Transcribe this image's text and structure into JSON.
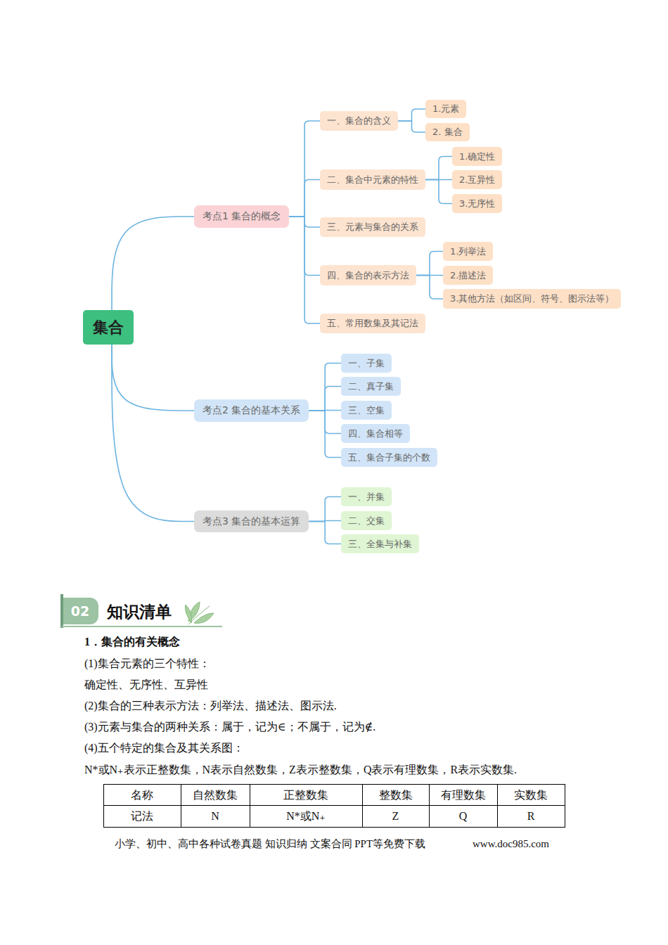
{
  "diagram": {
    "nodes": [
      {
        "text": [
          "集合"
        ]
      },
      {
        "text": [
          "考点1 集合的概念"
        ]
      },
      {
        "text": [
          "一、集合的含义"
        ]
      },
      {
        "text": [
          "1.元素"
        ]
      },
      {
        "text": [
          "2. 集合"
        ]
      },
      {
        "text": [
          "二、集合中元素的特性"
        ]
      },
      {
        "text": [
          "1.确定性"
        ]
      },
      {
        "text": [
          "2.互异性"
        ]
      },
      {
        "text": [
          "3.无序性"
        ]
      },
      {
        "text": [
          "三、元素与集合的关系"
        ]
      },
      {
        "text": [
          "四、集合的表示方法"
        ]
      },
      {
        "text": [
          "1.列举法"
        ]
      },
      {
        "text": [
          "2.描述法"
        ]
      },
      {
        "text": [
          "3.其他方法（如区间、符号、图示法等）"
        ]
      },
      {
        "text": [
          "五、常用数集及其记法"
        ]
      },
      {
        "text": [
          "考点2 集合的基本关系"
        ]
      },
      {
        "text": [
          "一、子集"
        ]
      },
      {
        "text": [
          "二、真子集"
        ]
      },
      {
        "text": [
          "三、空集"
        ]
      },
      {
        "text": [
          "四、集合相等"
        ]
      },
      {
        "text": [
          "五、集合子集的个数"
        ]
      },
      {
        "text": [
          "考点3 集合的基本运算"
        ]
      },
      {
        "text": [
          "一、并集"
        ]
      },
      {
        "text": [
          "二、交集"
        ]
      },
      {
        "text": [
          "三、全集与补集"
        ]
      }
    ],
    "edges": [
      {
        "from": 0,
        "to": 1,
        "arrow": "none"
      },
      {
        "from": 1,
        "to": 2,
        "arrow": "none"
      },
      {
        "from": 2,
        "to": 3,
        "arrow": "none"
      },
      {
        "from": 2,
        "to": 4,
        "arrow": "none"
      },
      {
        "from": 1,
        "to": 5,
        "arrow": "none"
      },
      {
        "from": 5,
        "to": 6,
        "arrow": "none"
      },
      {
        "from": 5,
        "to": 7,
        "arrow": "none"
      },
      {
        "from": 5,
        "to": 8,
        "arrow": "none"
      },
      {
        "from": 1,
        "to": 9,
        "arrow": "none"
      },
      {
        "from": 1,
        "to": 10,
        "arrow": "none"
      },
      {
        "from": 10,
        "to": 11,
        "arrow": "none"
      },
      {
        "from": 10,
        "to": 12,
        "arrow": "none"
      },
      {
        "from": 10,
        "to": 13,
        "arrow": "none"
      },
      {
        "from": 1,
        "to": 14,
        "arrow": "none"
      },
      {
        "from": 0,
        "to": 15,
        "arrow": "none"
      },
      {
        "from": 15,
        "to": 16,
        "arrow": "none"
      },
      {
        "from": 15,
        "to": 17,
        "arrow": "none"
      },
      {
        "from": 15,
        "to": 18,
        "arrow": "none"
      },
      {
        "from": 15,
        "to": 19,
        "arrow": "none"
      },
      {
        "from": 15,
        "to": 20,
        "arrow": "none"
      },
      {
        "from": 0,
        "to": 21,
        "arrow": "none"
      },
      {
        "from": 21,
        "to": 22,
        "arrow": "none"
      },
      {
        "from": 21,
        "to": 23,
        "arrow": "none"
      },
      {
        "from": 21,
        "to": 24,
        "arrow": "none"
      }
    ],
    "labels": [
      "02",
      "知识清单",
      "1．集合的有关概念",
      "(1)集合元素的三个特性：",
      "确定性、无序性、互异性",
      "(2)集合的三种表示方法：列举法、描述法、图示法.",
      "(3)元素与集合的两种关系：属于，记为∈；不属于，记为∉.",
      "(4)五个特定的集合及其关系图：",
      "N*或N₊表示正整数集，N表示自然数集，Z表示整数集，Q表示有理数集，R表示实数集.",
      "名称",
      "自然数集",
      "正整数集",
      "整数集",
      "有理数集",
      "实数集",
      "记法",
      "N",
      "N*或N₊",
      "Z",
      "Q",
      "R",
      "小学、初中、高中各种试卷真题  知识归纳  文案合同  PPT等免费下载",
      "www.doc985.com"
    ]
  }
}
